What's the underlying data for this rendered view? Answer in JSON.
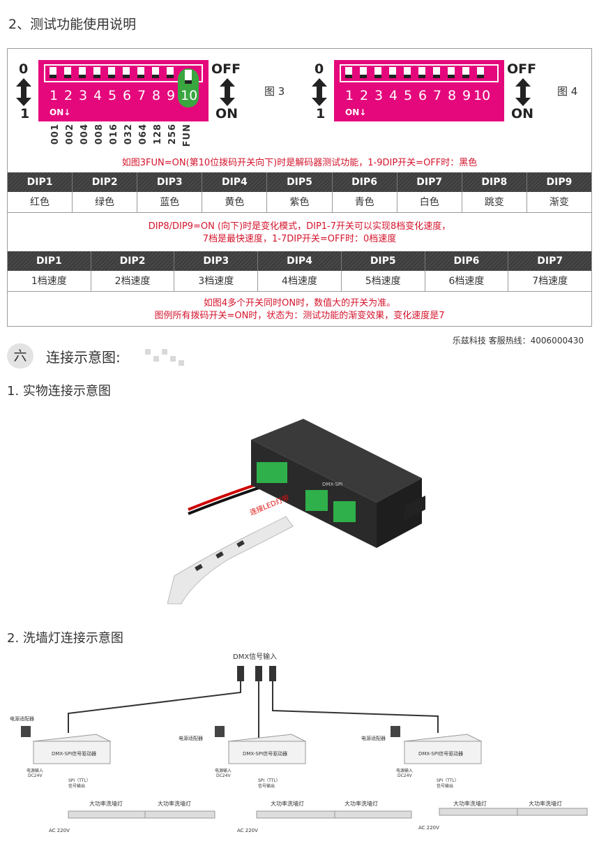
{
  "section": {
    "title": "2、测试功能使用说明"
  },
  "fig3": {
    "top_num": "0",
    "bottom_num": "1",
    "off": "OFF",
    "on": "ON",
    "on_mark": "ON↓",
    "label": "图 3",
    "numbers": [
      "1",
      "2",
      "3",
      "4",
      "5",
      "6",
      "7",
      "8",
      "9",
      "10"
    ],
    "values": [
      "001",
      "002",
      "004",
      "008",
      "016",
      "032",
      "064",
      "128",
      "256",
      "FUN"
    ]
  },
  "fig4": {
    "top_num": "0",
    "bottom_num": "1",
    "off": "OFF",
    "on": "ON",
    "on_mark": "ON↓",
    "label": "图 4",
    "numbers": [
      "1",
      "2",
      "3",
      "4",
      "5",
      "6",
      "7",
      "8",
      "9",
      "10"
    ]
  },
  "note1": "如图3FUN=ON(第10位拨码开关向下)时是解码器测试功能，1-9DIP开关=OFF时：黑色",
  "table1": {
    "headers": [
      "DIP1",
      "DIP2",
      "DIP3",
      "DIP4",
      "DIP5",
      "DIP6",
      "DIP7",
      "DIP8",
      "DIP9"
    ],
    "cells": [
      "红色",
      "绿色",
      "蓝色",
      "黄色",
      "紫色",
      "青色",
      "白色",
      "跳变",
      "渐变"
    ]
  },
  "note2": {
    "line1": "DIP8/DIP9=ON (向下)时是变化模式，DIP1-7开关可以实现8档变化速度，",
    "line2": "7档是最快速度，1-7DIP开关=OFF时：0档速度"
  },
  "table2": {
    "headers": [
      "DIP1",
      "DIP2",
      "DIP3",
      "DIP4",
      "DIP5",
      "DIP6",
      "DIP7"
    ],
    "cells": [
      "1档速度",
      "2档速度",
      "3档速度",
      "4档速度",
      "5档速度",
      "6档速度",
      "7档速度"
    ]
  },
  "note3": {
    "line1": "如图4多个开关同时ON时，数值大的开关为准。",
    "line2": "图例所有拨码开关=ON时，状态为：测试功能的渐变效果，变化速度是7"
  },
  "brand": "乐兹科技 客服热线：4006000430",
  "section6": {
    "num": "六",
    "title": "连接示意图:"
  },
  "sub1": "1. 实物连接示意图",
  "photo": {
    "strip_label": "连接LED灯带",
    "box_label": "DMX-SPI"
  },
  "sub2": "2. 洗墙灯连接示意图",
  "wiring": {
    "dmx_input": "DMX信号输入",
    "adapter": "电源适配器",
    "driver": "DMX-SPI信号驱动器",
    "power_in": "电源输入",
    "dc24v": "DC24V",
    "spi": "SPI（TTL）",
    "signal_out": "信号输出",
    "lamp": "大功率洗墙灯",
    "ac": "AC 220V"
  }
}
